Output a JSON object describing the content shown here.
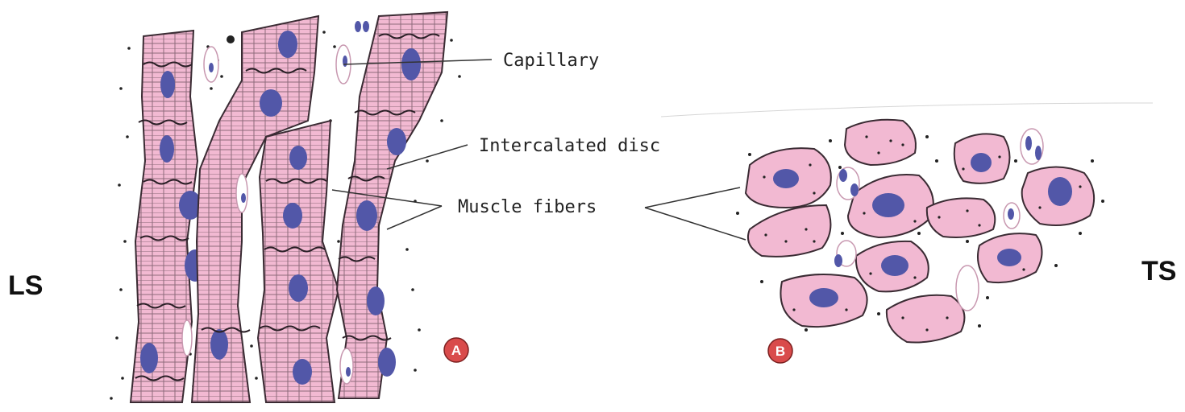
{
  "side_labels": {
    "left": "LS",
    "right": "TS"
  },
  "callouts": {
    "capillary": "Capillary",
    "intercalated_disc": "Intercalated disc",
    "muscle_fibers": "Muscle fibers"
  },
  "panel_badges": {
    "a": "A",
    "b": "B"
  },
  "colors": {
    "fiber_fill": "#f2b9d2",
    "fiber_outline": "#3a2b33",
    "nucleus": "#5257a8",
    "badge": "#d94b4b",
    "line": "#333333"
  }
}
